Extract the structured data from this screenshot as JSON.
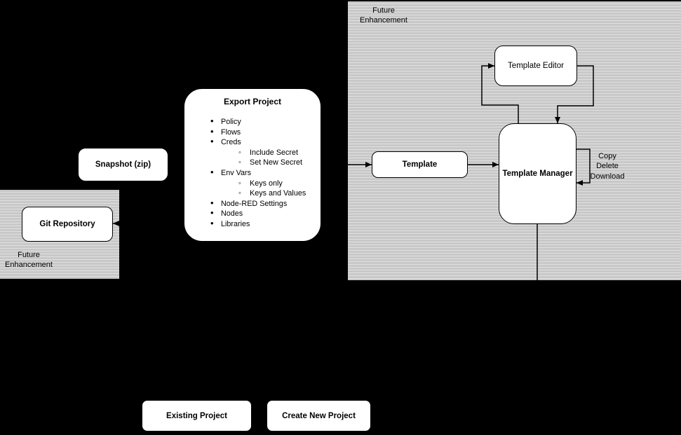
{
  "canvas": {
    "background": "#000000"
  },
  "colors": {
    "background": "#000000",
    "region_base": "#c8c8c8",
    "region_stripe": "#e0e0e0",
    "node_fill": "#ffffff",
    "stroke": "#000000"
  },
  "regions": {
    "top_right": {
      "line1": "Future",
      "line2": "Enhancement"
    },
    "bottom_left": {
      "line1": "Future",
      "line2": "Enhancement"
    }
  },
  "nodes": {
    "snapshot": "Snapshot (zip)",
    "git_repository": "Git Repository",
    "template": "Template",
    "template_editor": "Template Editor",
    "template_manager": "Template Manager",
    "existing_project": "Existing Project",
    "create_new_project": "Create New Project"
  },
  "export_project": {
    "title": "Export Project",
    "items": [
      {
        "text": "Policy",
        "level": 1
      },
      {
        "text": "Flows",
        "level": 1
      },
      {
        "text": "Creds",
        "level": 1
      },
      {
        "text": "Include Secret",
        "level": 2
      },
      {
        "text": "Set New Secret",
        "level": 2
      },
      {
        "text": "Env Vars",
        "level": 1
      },
      {
        "text": "Keys only",
        "level": 2
      },
      {
        "text": "Keys and Values",
        "level": 2
      },
      {
        "text": "Node-RED Settings",
        "level": 1
      },
      {
        "text": "Nodes",
        "level": 1
      },
      {
        "text": "Libraries",
        "level": 1
      }
    ]
  },
  "annotations": {
    "manager_actions": [
      "Copy",
      "Delete",
      "Download"
    ]
  }
}
